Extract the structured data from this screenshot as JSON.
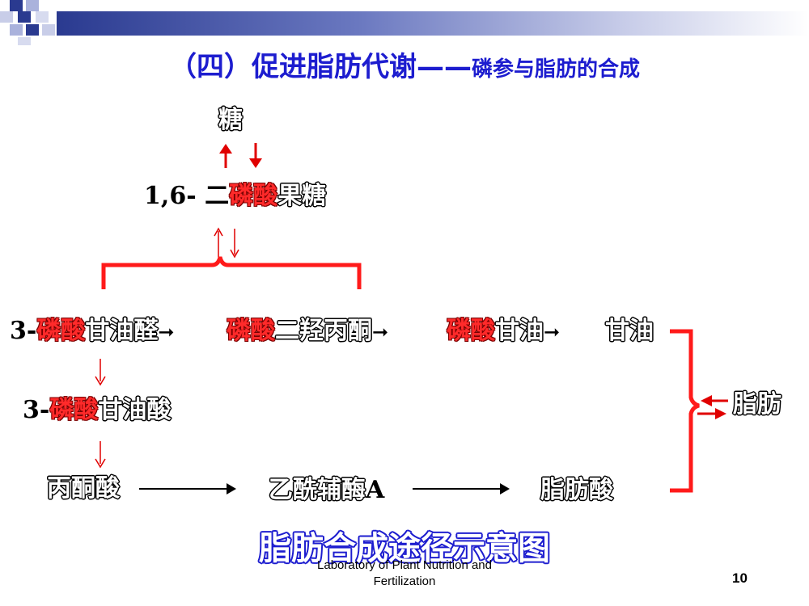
{
  "title": {
    "main": "（四）促进脂肪代谢——",
    "sub": "磷参与脂肪的合成"
  },
  "nodes": {
    "sugar": "糖",
    "fdp": {
      "prefix": "1,6- 二",
      "red": "磷酸",
      "suffix": "果糖"
    },
    "g3p": {
      "prefix": "3-",
      "red": "磷酸",
      "suffix": "甘油醛"
    },
    "dhap": {
      "red": "磷酸",
      "suffix": "二羟丙酮"
    },
    "gp": {
      "red": "磷酸",
      "suffix": "甘油"
    },
    "glycerol": "甘油",
    "pga": {
      "prefix": "3-",
      "red": "磷酸",
      "suffix": "甘油酸"
    },
    "pyruvate": "丙酮酸",
    "acetylcoa": {
      "text": "乙酰辅酶",
      "letter": "A"
    },
    "fattyacid": "脂肪酸",
    "fat": "脂肪"
  },
  "caption": "脂肪合成途径示意图",
  "footer": {
    "line1": "Laboratory of Plant Nutrition and",
    "line2": "Fertilization"
  },
  "page_number": "10",
  "colors": {
    "title_blue": "#1d1dcf",
    "phosphate_red": "#ff2a2a",
    "bracket_red": "#ff1a1a"
  }
}
